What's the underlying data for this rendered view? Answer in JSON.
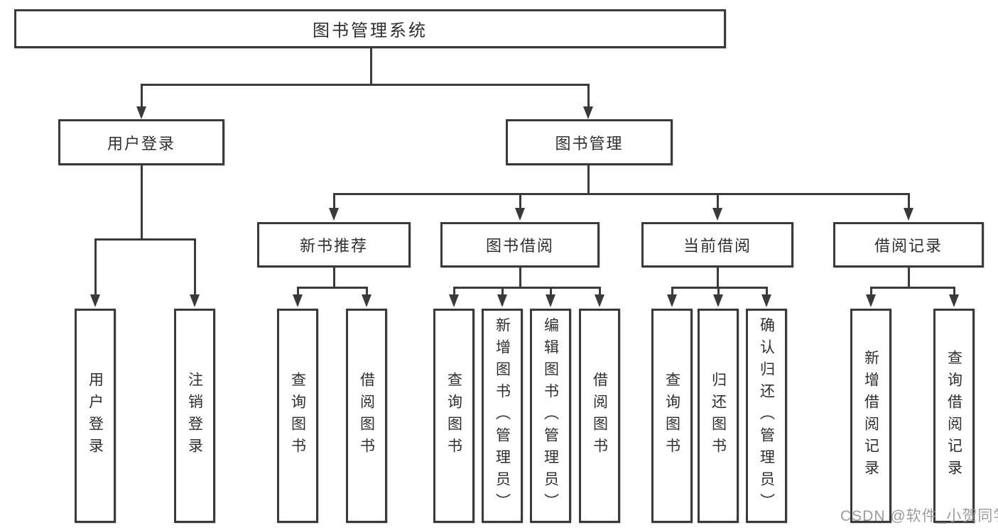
{
  "tree": {
    "label": "图书管理系统",
    "children": [
      {
        "label": "用户登录",
        "children": [
          {
            "label": "用户登录"
          },
          {
            "label": "注销登录"
          }
        ]
      },
      {
        "label": "图书管理",
        "children": [
          {
            "label": "新书推荐",
            "children": [
              {
                "label": "查询图书"
              },
              {
                "label": "借阅图书"
              }
            ]
          },
          {
            "label": "图书借阅",
            "children": [
              {
                "label": "查询图书"
              },
              {
                "label": "新增图书（管理员）"
              },
              {
                "label": "编辑图书（管理员）"
              },
              {
                "label": "借阅图书"
              }
            ]
          },
          {
            "label": "当前借阅",
            "children": [
              {
                "label": "查询图书"
              },
              {
                "label": "归还图书"
              },
              {
                "label": "确认归还（管理员）"
              }
            ]
          },
          {
            "label": "借阅记录",
            "children": [
              {
                "label": "新增借阅记录"
              },
              {
                "label": "查询借阅记录"
              }
            ]
          }
        ]
      }
    ]
  },
  "watermark": {
    "text": "CSDN @软件_小贺同学"
  },
  "colors": {
    "line": "#3a3a3a",
    "background": "#ffffff",
    "watermark": "#949494"
  }
}
